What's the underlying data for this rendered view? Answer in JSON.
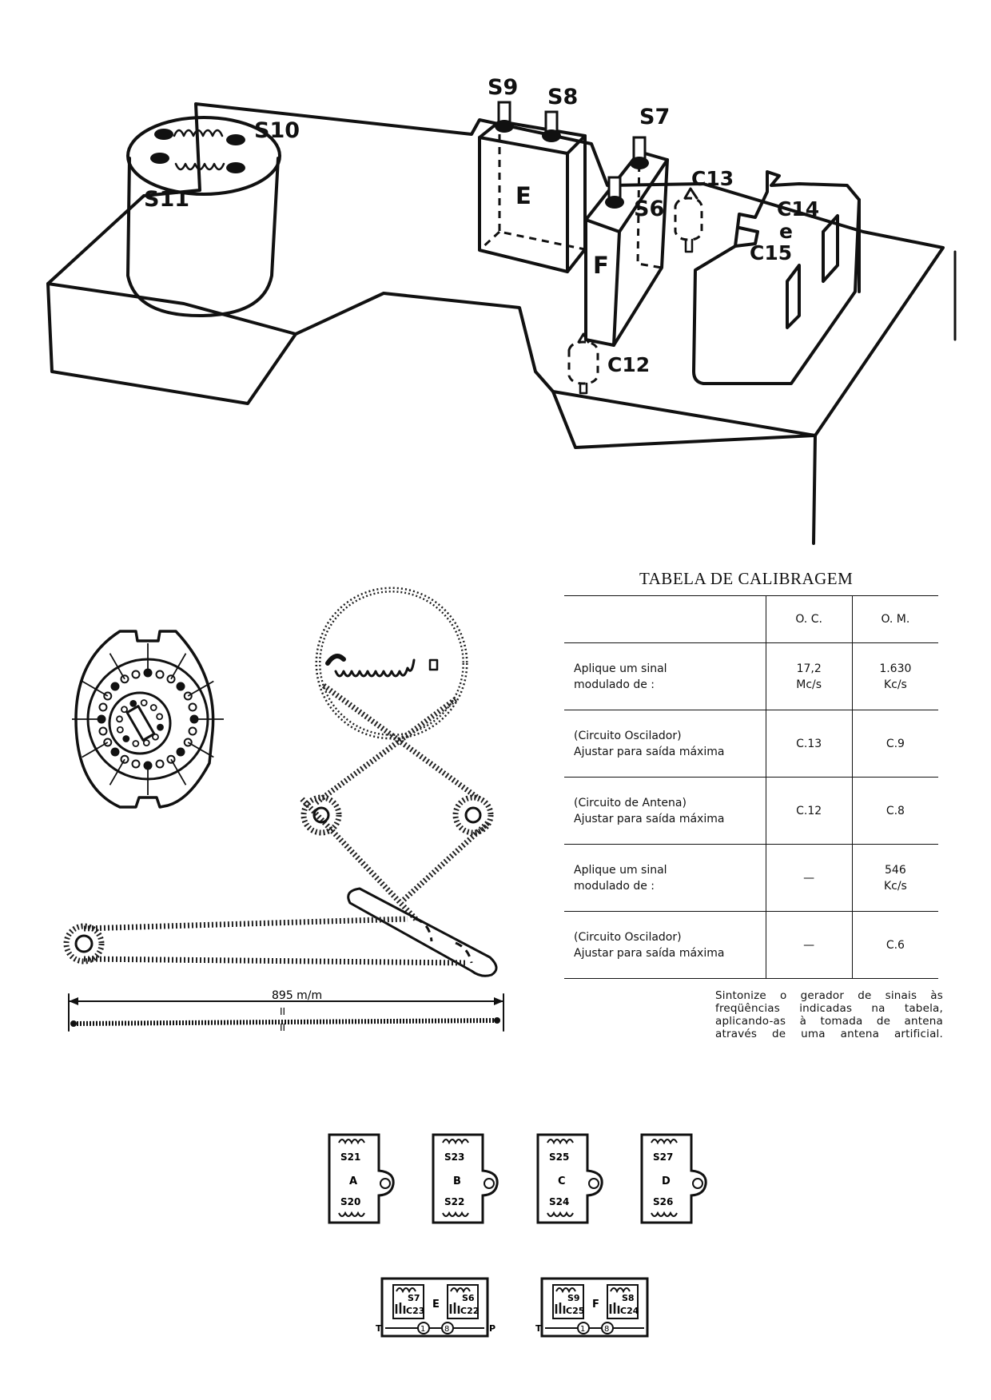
{
  "top_labels": {
    "s9": "S9",
    "s8": "S8",
    "s7": "S7",
    "s10": "S10",
    "s11": "S11",
    "e": "E",
    "s6": "S6",
    "f": "F",
    "c13": "C13",
    "c14": "C14",
    "e_conj": "e",
    "c15": "C15",
    "c12": "C12"
  },
  "table": {
    "title": "TABELA DE CALIBRAGEM",
    "headers": {
      "blank": "",
      "oc": "O. C.",
      "om": "O. M."
    },
    "rows": [
      {
        "desc": "Aplique um sinal\nmodulado de :",
        "oc": "17,2\nMc/s",
        "om": "1.630\nKc/s"
      },
      {
        "desc": "(Circuito Oscilador)\nAjustar para saída máxima",
        "oc": "C.13",
        "om": "C.9"
      },
      {
        "desc": "(Circuito de Antena)\nAjustar para saída máxima",
        "oc": "C.12",
        "om": "C.8"
      },
      {
        "desc": "Aplique um sinal\nmodulado de :",
        "oc": "—",
        "om": "546\nKc/s"
      },
      {
        "desc": "(Circuito Oscilador)\nAjustar para saída máxima",
        "oc": "—",
        "om": "C.6"
      }
    ],
    "note": "Sintonize o gerador de sinais às freqüências indicadas na tabela, aplicando-as à tomada de antena através de uma antena artificial."
  },
  "cord": {
    "length_label": "895 m/m"
  },
  "coil_boards": [
    {
      "top": "S21",
      "mid": "A",
      "bottom": "S20"
    },
    {
      "top": "S23",
      "mid": "B",
      "bottom": "S22"
    },
    {
      "top": "S25",
      "mid": "C",
      "bottom": "S24"
    },
    {
      "top": "S27",
      "mid": "D",
      "bottom": "S26"
    }
  ],
  "trimmer_boards": [
    {
      "mid": "E",
      "left_coil": "S7",
      "left_cap": "C23",
      "right_coil": "S6",
      "right_cap": "C22",
      "left_pin": "T",
      "right_pin": "P",
      "left_circle": "1",
      "right_circle": "8"
    },
    {
      "mid": "F",
      "left_coil": "S9",
      "left_cap": "C25",
      "right_coil": "S8",
      "right_cap": "C24",
      "left_pin": "T",
      "right_pin": "",
      "left_circle": "1",
      "right_circle": "8"
    }
  ]
}
